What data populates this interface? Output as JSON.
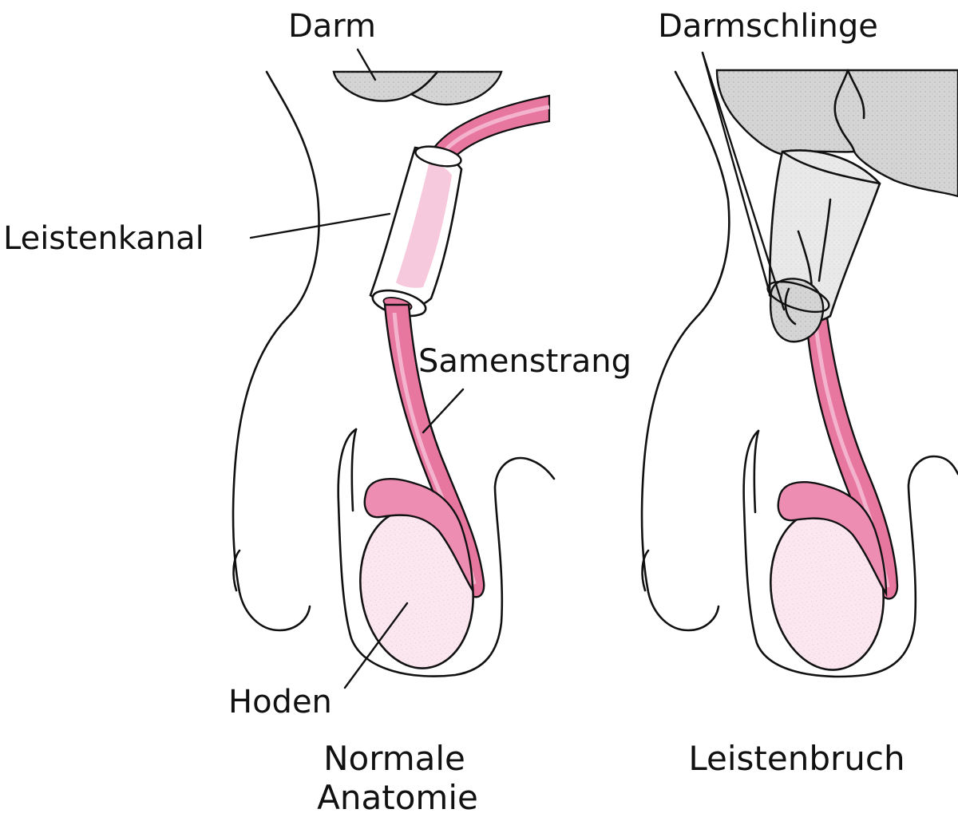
{
  "colors": {
    "intestine": "#d5d5d5",
    "cord": "#e8779f",
    "cord_highlight": "#f4b3cd",
    "testis": "#fce6ef",
    "epididymis": "#ec8db1",
    "canal": "#ffffff",
    "canal_inner": "#f7c9dc",
    "hernia_sac": "#e9e9e9",
    "outline": "#111111"
  },
  "labels": {
    "darm": "Darm",
    "darmschlinge": "Darmschlinge",
    "leistenkanal": "Leistenkanal",
    "samenstrang": "Samenstrang",
    "hoden": "Hoden"
  },
  "captions": {
    "normal_line1": "Normale",
    "normal_line2": "Anatomie",
    "hernia": "Leistenbruch"
  }
}
